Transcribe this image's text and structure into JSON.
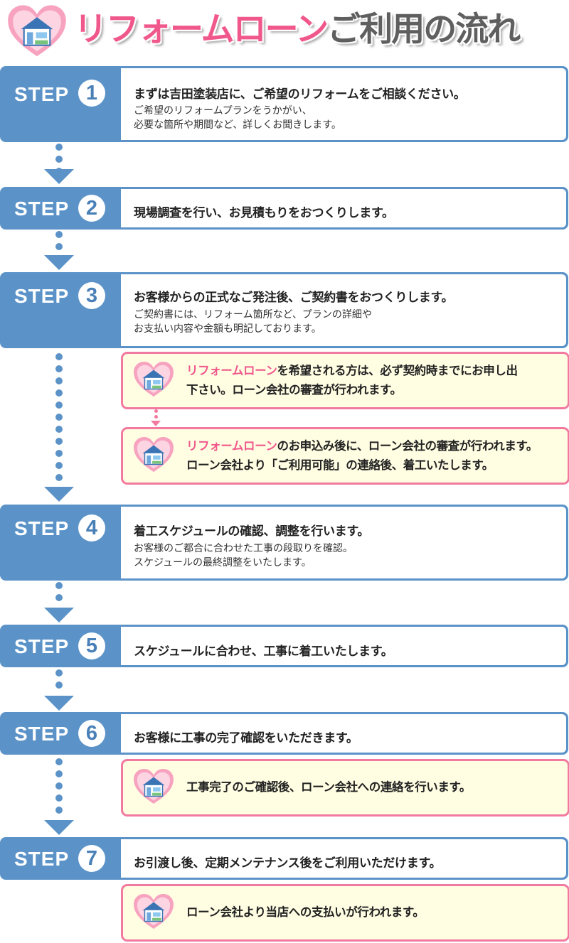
{
  "header": {
    "title_pink": "リフォームローン",
    "title_gray": "ご利用の流れ",
    "icon": "heart-house-icon"
  },
  "colors": {
    "step_blue": "#5b93c8",
    "accent_pink": "#f0588c",
    "note_bg": "#fffde2",
    "note_border": "#f27aa0"
  },
  "steps": [
    {
      "label": "STEP",
      "number": "1",
      "main": "まずは吉田塗装店に、ご希望のリフォームをご相談ください。",
      "sub1": "ご希望のリフォームプランをうかがい、",
      "sub2": "必要な箇所や期間など、詳しくお聞きします。"
    },
    {
      "label": "STEP",
      "number": "2",
      "main": "現場調査を行い、お見積もりをおつくりします。"
    },
    {
      "label": "STEP",
      "number": "3",
      "main": "お客様からの正式なご発注後、ご契約書をおつくりします。",
      "sub1": "ご契約書には、リフォーム箇所など、プランの詳細や",
      "sub2": "お支払い内容や金額も明記しております。"
    },
    {
      "label": "STEP",
      "number": "4",
      "main": "着工スケジュールの確認、調整を行います。",
      "sub1": "お客様のご都合に合わせた工事の段取りを確認。",
      "sub2": "スケジュールの最終調整をいたします。"
    },
    {
      "label": "STEP",
      "number": "5",
      "main": "スケジュールに合わせ、工事に着工いたします。"
    },
    {
      "label": "STEP",
      "number": "6",
      "main": "お客様に工事の完了確認をいただきます。"
    },
    {
      "label": "STEP",
      "number": "7",
      "main": "お引渡し後、定期メンテナンス後をご利用いただけます。"
    }
  ],
  "notes": [
    {
      "highlight": "リフォームローン",
      "line1": "を希望される方は、必ず契約時までにお申し出",
      "line2": "下さい。ローン会社の審査が行われます。"
    },
    {
      "highlight": "リフォームローン",
      "line1": "のお申込み後に、ローン会社の審査が行われます。",
      "line2": "ローン会社より「ご利用可能」の連絡後、着工いたします。"
    },
    {
      "line1": "工事完了のご確認後、ローン会社への連絡を行います。"
    },
    {
      "line1": "ローン会社より当店への支払いが行われます。"
    }
  ]
}
